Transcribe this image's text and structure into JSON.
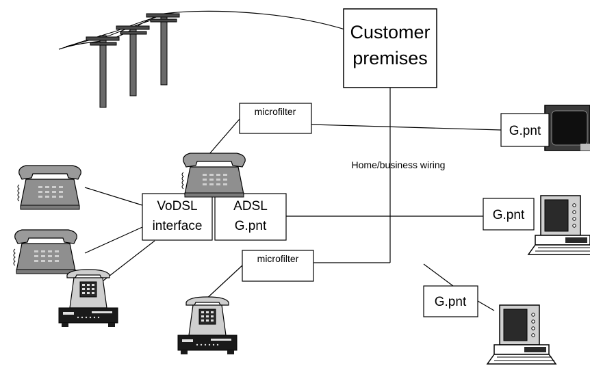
{
  "boxes": {
    "customer_premises": [
      "Customer",
      "premises"
    ],
    "microfilter_top": "microfilter",
    "microfilter_bottom": "microfilter",
    "vodsl_interface": [
      "VoDSL",
      "interface"
    ],
    "adsl_gpnt": [
      "ADSL",
      "G.pnt"
    ],
    "gpnt_tv": "G.pnt",
    "gpnt_computer_top": "G.pnt",
    "gpnt_computer_bottom": "G.pnt"
  },
  "labels": {
    "wiring": "Home/business wiring"
  },
  "icons": {
    "utility_poles": "utility-poles-icon",
    "telephone": "telephone-icon",
    "fax_machine": "fax-machine-icon",
    "television": "television-icon",
    "computer": "computer-icon"
  },
  "colors": {
    "device_gray": "#8f8f8f",
    "screen_dark": "#2a2a2a",
    "line": "#000000"
  }
}
